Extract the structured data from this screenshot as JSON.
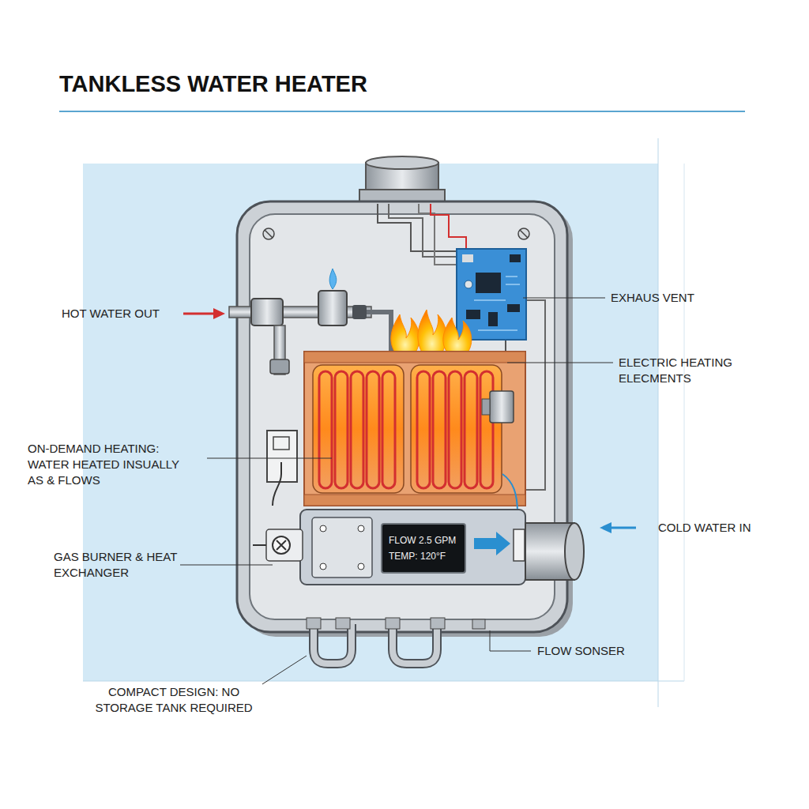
{
  "diagram": {
    "title": "TANKLESS WATER HEATER",
    "nodes": [
      {
        "text": [
          "FLOW 2.5 GPM",
          "TEMP: 120°F"
        ]
      }
    ],
    "labels": [
      "HOT WATER OUT",
      "EXHAUS VENT",
      "ELECTRIC HEATING ELECMENTS",
      "ON-DEMAND HEATING: WATER HEATED INSUALLY AS & FLOWS",
      "COLD WATER IN",
      "GAS BURNER & HEAT EXCHANGER",
      "FLOW SONSER",
      "COMPACT DESIGN: NO STORAGE TANK REQUIRED"
    ]
  }
}
